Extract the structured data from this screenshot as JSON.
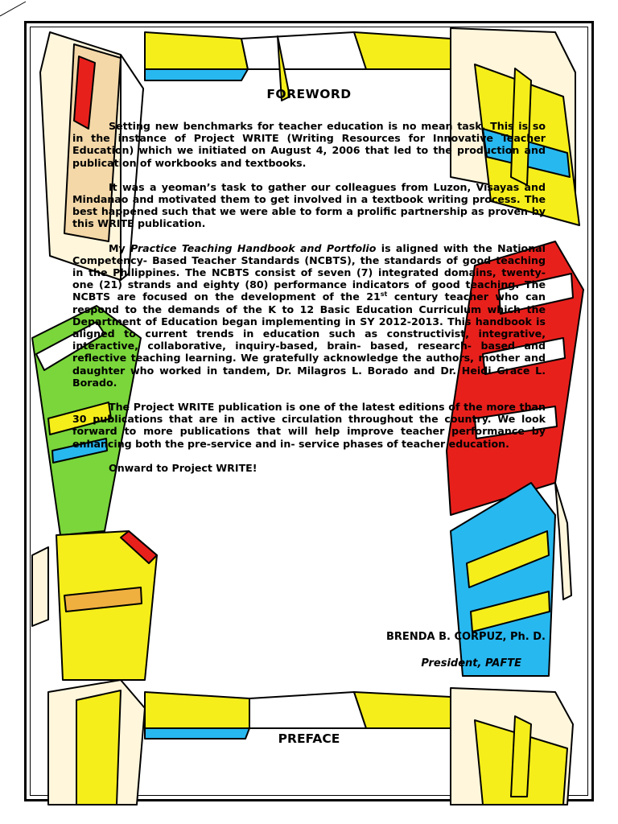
{
  "foreword": {
    "title": "FOREWORD",
    "p1": "Setting new benchmarks for teacher education is no mean task. This is so in the instance of Project WRITE (Writing Resources for Innovative Teacher Education) which we initiated on August 4, 2006 that led to the production and publication of workbooks and textbooks.",
    "p2": "It was a yeoman’s task to gather our colleagues from Luzon, Visayas and Mindanao and motivated them to get involved in a textbook writing process. The best happened such that we were able to form a prolific partnership as proven by this WRITE publication.",
    "p3_lead": "My ",
    "p3_italic": "Practice Teaching Handbook and Portfolio",
    "p3_a": " is aligned with the National Competency- Based Teacher Standards (NCBTS), the standards of good teaching in the Philippines. The NCBTS consist of seven (7) integrated domains, twenty- one (21) strands and eighty (80) performance indicators of good teaching. The NCBTS are focused on the development of the 21",
    "p3_sup": "st",
    "p3_b": " century teacher who can respond to the demands of the K to 12 Basic Education Curriculum which the Department of Education began implementing in SY 2012-2013. This handbook is aligned to current trends in education such as constructivist, integrative, interactive, collaborative, inquiry-based, brain- based, research- based and reflective teaching learning. We gratefully acknowledge the authors, mother and daughter who worked in tandem, Dr. Milagros L. Borado and Dr. Heidi Grace L. Borado.",
    "p4": "The Project WRITE publication is one of the latest editions of the more than 30 publications that are in active circulation throughout the country. We look forward to more publications that will help improve teacher performance by enhancing both the pre-service and in- service phases of teacher education.",
    "closing": "Onward to Project WRITE!",
    "signature_name": "BRENDA B. CORPUZ, Ph. D.",
    "signature_title": "President, PAFTE"
  },
  "next_section_title": "PREFACE",
  "colors": {
    "yellow": "#f5ee1a",
    "red": "#e8201c",
    "green": "#7ad63a",
    "blue": "#27b8f0",
    "cream": "#fff6dc"
  }
}
